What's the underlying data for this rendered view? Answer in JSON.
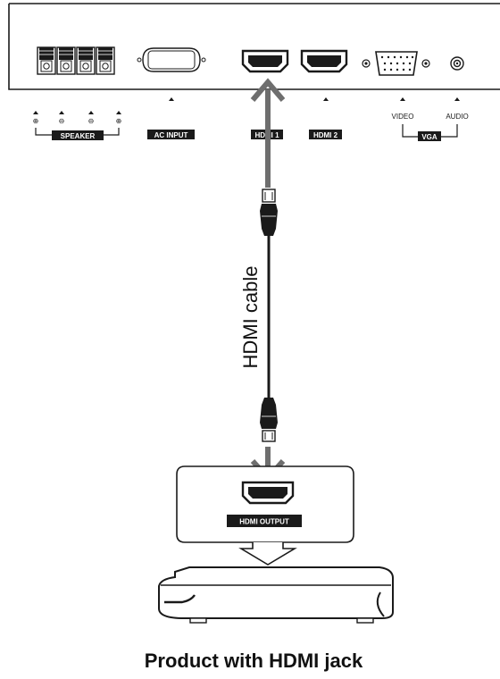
{
  "panel": {
    "speaker": {
      "label": "SPEAKER",
      "polarity": [
        "⊕",
        "⊖",
        "⊖",
        "⊕"
      ]
    },
    "ac_input_label": "AC INPUT",
    "hdmi1_label": "HDMI 1",
    "hdmi2_label": "HDMI 2",
    "vga": {
      "label": "VGA",
      "video_label": "VIDEO",
      "audio_label": "AUDIO"
    }
  },
  "cable_label": "HDMI cable",
  "source_device": {
    "output_label": "HDMI OUTPUT",
    "caption": "Product with HDMI jack"
  },
  "colors": {
    "line": "#1a1a1a",
    "arrow": "#6e6e6e",
    "label_box": "#1a1a1a",
    "port_fill": "#ffffff",
    "cable": "#1a1a1a"
  }
}
